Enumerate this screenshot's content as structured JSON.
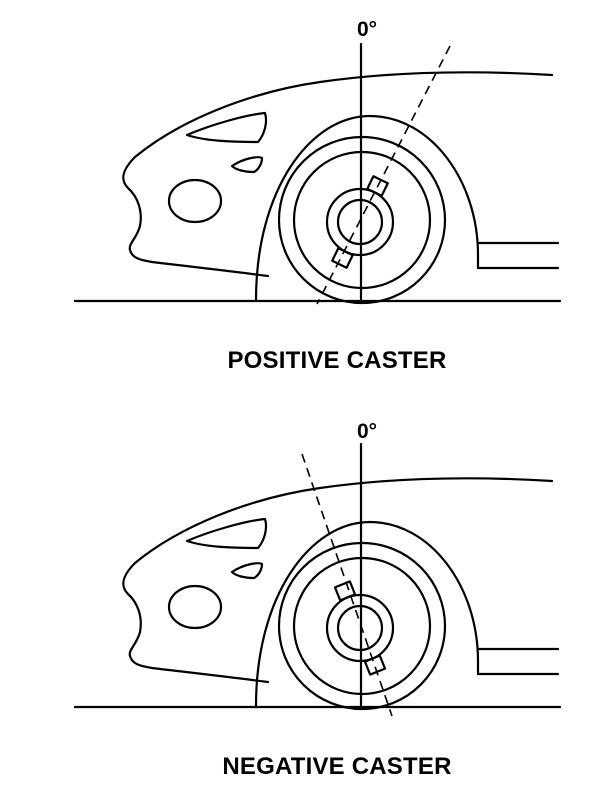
{
  "diagrams": [
    {
      "zero_label": "0°",
      "title": "POSITIVE CASTER"
    },
    {
      "zero_label": "0°",
      "title": "NEGATIVE CASTER"
    }
  ]
}
